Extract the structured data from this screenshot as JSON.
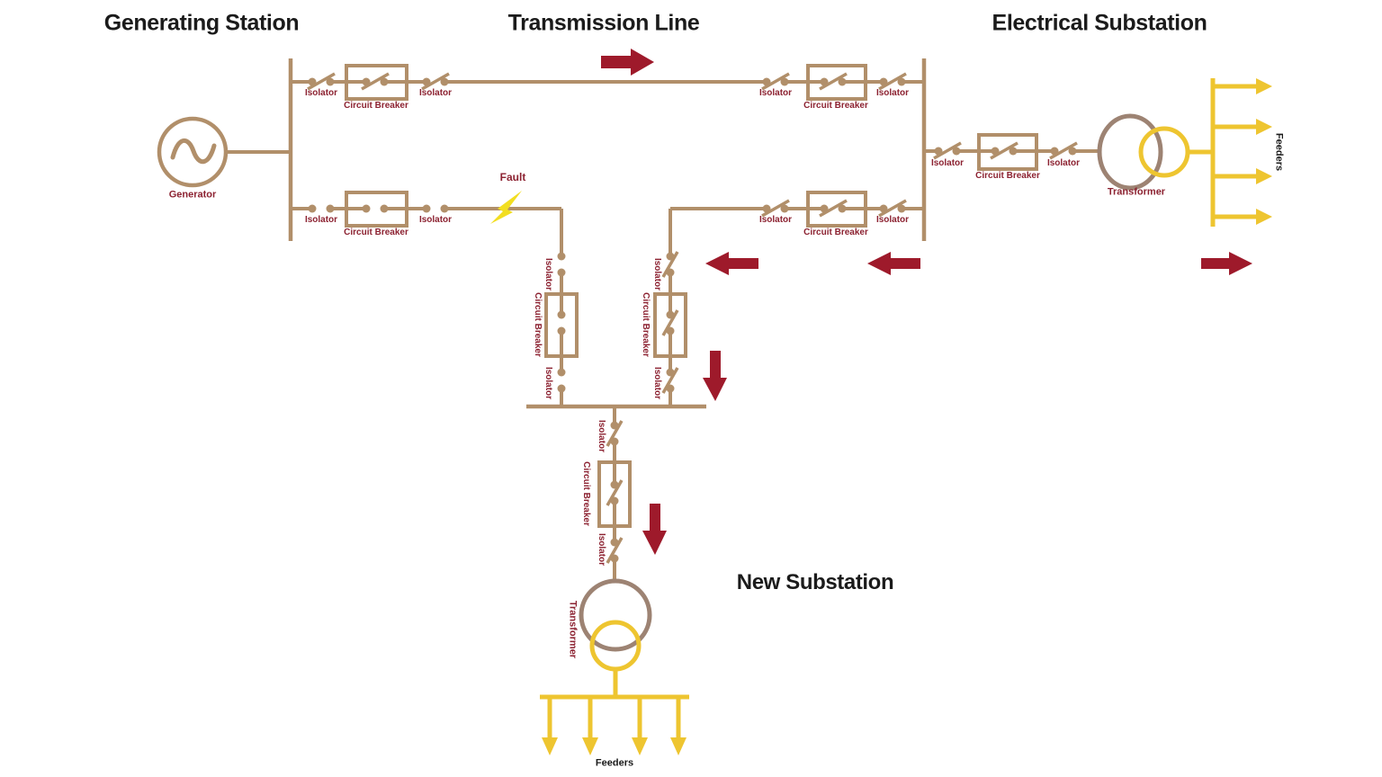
{
  "sections": {
    "generating_station": {
      "label": "Generating Station"
    },
    "transmission_line": {
      "label": "Transmission Line"
    },
    "electrical_substation": {
      "label": "Electrical Substation"
    },
    "new_substation": {
      "label": "New Substation"
    }
  },
  "component_labels": {
    "generator": "Generator",
    "isolator": "Isolator",
    "circuit_breaker": "Circuit Breaker",
    "transformer": "Transformer",
    "feeders": "Feeders",
    "fault": "Fault"
  },
  "colors": {
    "line_brown": "#B18F6A",
    "transformer_brown": "#9D8373",
    "label_maroon": "#8C2231",
    "arrow_red": "#9E1A2B",
    "feeder_yellow": "#EEC530",
    "fault_yellow": "#F2DE21",
    "text_black": "#1B1B1B"
  },
  "diagram": {
    "switch_states": {
      "top_transmission_line": "closed",
      "lower_line_generating_side": "open",
      "lower_line_substation_side": "closed",
      "left_branch_to_new_substation": "open",
      "right_branch_to_new_substation": "closed",
      "new_substation_feeder_chain": "closed",
      "substation_transformer_chain": "closed"
    },
    "fault_on": "lower transmission line (generating side)",
    "flow_arrows": [
      {
        "id": "top-line-flow",
        "direction": "right"
      },
      {
        "id": "lower-line-flow-inner",
        "direction": "left"
      },
      {
        "id": "lower-line-flow-outer",
        "direction": "left"
      },
      {
        "id": "branch-down-flow",
        "direction": "down"
      },
      {
        "id": "new-substation-feed-flow",
        "direction": "down"
      },
      {
        "id": "substation-output-flow",
        "direction": "right"
      }
    ],
    "feeder_counts": {
      "electrical_substation": 4,
      "new_substation": 4
    }
  }
}
